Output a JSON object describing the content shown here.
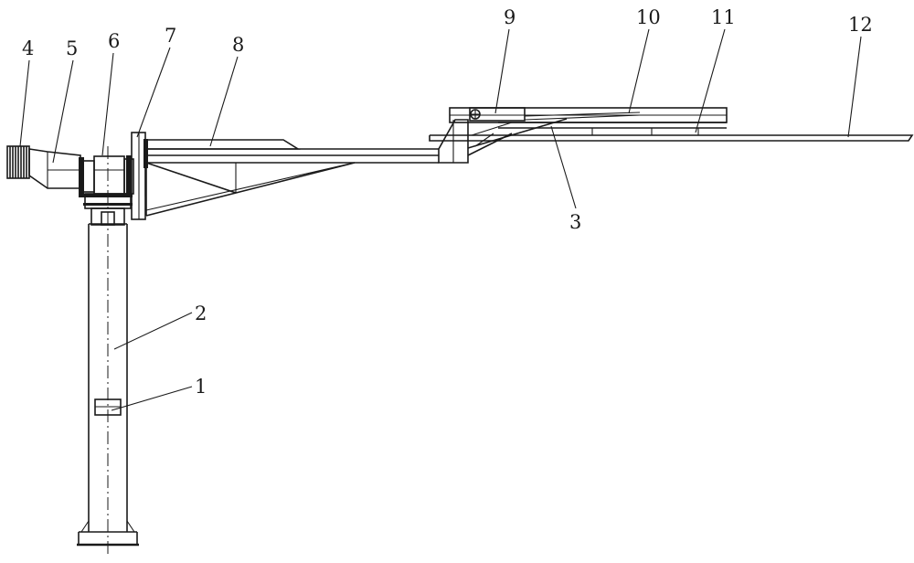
{
  "diagram": {
    "labels": [
      {
        "id": "1",
        "text": "1"
      },
      {
        "id": "2",
        "text": "2"
      },
      {
        "id": "3",
        "text": "3"
      },
      {
        "id": "4",
        "text": "4"
      },
      {
        "id": "5",
        "text": "5"
      },
      {
        "id": "6",
        "text": "6"
      },
      {
        "id": "7",
        "text": "7"
      },
      {
        "id": "8",
        "text": "8"
      },
      {
        "id": "9",
        "text": "9"
      },
      {
        "id": "10",
        "text": "10"
      },
      {
        "id": "11",
        "text": "11"
      },
      {
        "id": "12",
        "text": "12"
      }
    ],
    "colors": {
      "line": "#1a1a1a",
      "background": "#ffffff"
    }
  }
}
